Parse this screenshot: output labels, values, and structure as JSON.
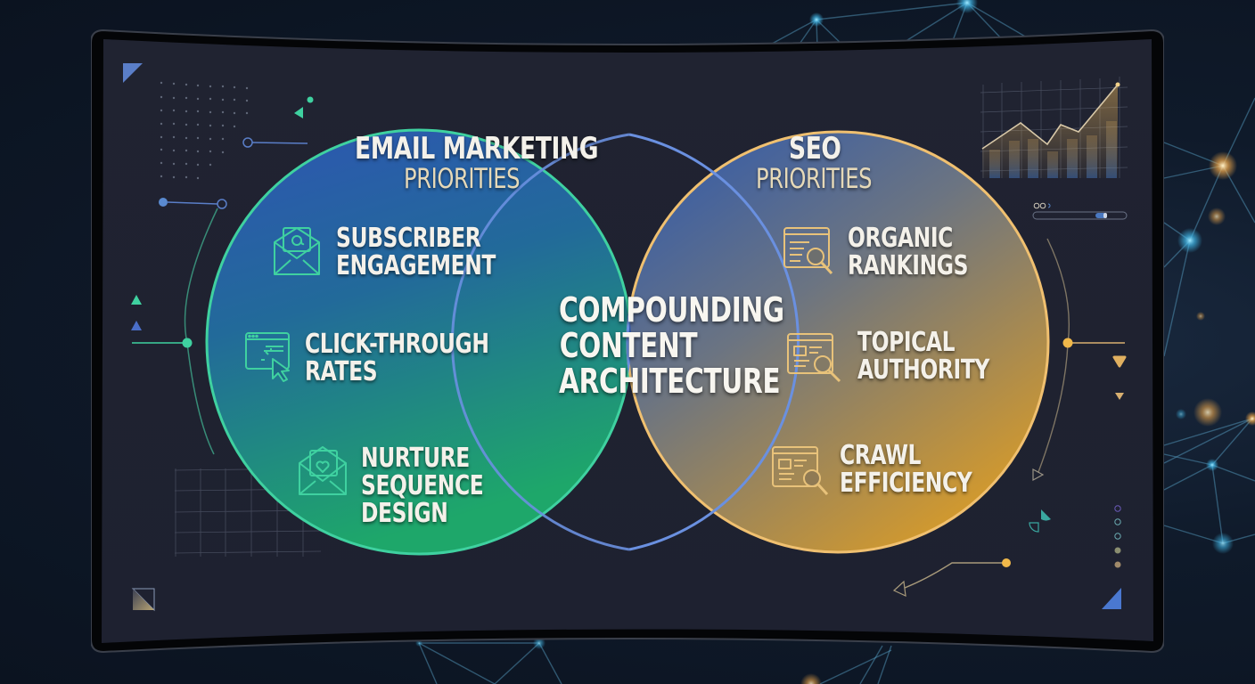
{
  "diagram": {
    "type": "venn",
    "left_set": {
      "title": "EMAIL MARKETING",
      "subtitle": "PRIORITIES",
      "color": "#3fd1a0",
      "items": [
        {
          "label_line1": "SUBSCRIBER",
          "label_line2": "ENGAGEMENT",
          "label_line3": "",
          "icon": "envelope-at-icon"
        },
        {
          "label_line1": "CLICK-THROUGH",
          "label_line2": "RATES",
          "label_line3": "",
          "icon": "browser-cursor-click-icon"
        },
        {
          "label_line1": "NURTURE",
          "label_line2": "SEQUENCE",
          "label_line3": "DESIGN",
          "icon": "envelope-heart-icon"
        }
      ]
    },
    "right_set": {
      "title": "SEO",
      "subtitle": "PRIORITIES",
      "color": "#f0b84a",
      "items": [
        {
          "label_line1": "ORGANIC",
          "label_line2": "RANKINGS",
          "icon": "browser-search-icon"
        },
        {
          "label_line1": "TOPICAL",
          "label_line2": "AUTHORITY",
          "icon": "browser-search-icon"
        },
        {
          "label_line1": "CRAWL",
          "label_line2": "EFFICIENCY",
          "icon": "browser-search-icon"
        }
      ]
    },
    "intersection": {
      "line1": "COMPOUNDING",
      "line2": "CONTENT",
      "line3": "ARCHITECTURE",
      "color": "#3a3a9a"
    }
  },
  "colors": {
    "background": "#0f1a2a",
    "screen": "#1f2230",
    "bezel": "#050608",
    "left_circle_top": "#2f56b0",
    "left_circle_bottom": "#1fa36a",
    "right_circle_top": "#2e5aa8",
    "right_circle_bottom": "#d39a2e",
    "lens_top": "#2f86c8",
    "lens_bottom": "#382a80",
    "accent_teal": "#3fd1a0",
    "accent_gold": "#f0b84a",
    "accent_blue": "#4a78c8"
  }
}
